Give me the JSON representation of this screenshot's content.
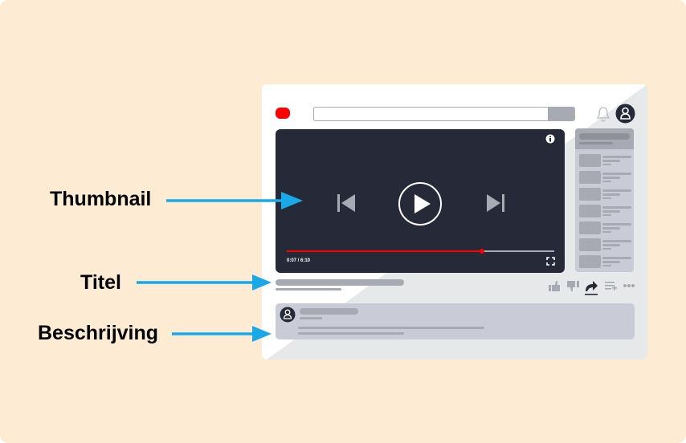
{
  "labels": {
    "thumbnail": "Thumbnail",
    "title": "Titel",
    "description": "Beschrijving"
  },
  "player": {
    "time": "0:07 / 6:10",
    "progress_fraction": 0.73
  },
  "colors": {
    "background": "#fdecd3",
    "arrow": "#1aa9e8",
    "player": "#262938",
    "logo": "#ff0000",
    "placeholder": "#a7aab3",
    "panel": "#c9ccd6"
  },
  "icons": [
    "logo-icon",
    "bell-icon",
    "avatar-icon",
    "info-icon",
    "previous-icon",
    "play-icon",
    "next-icon",
    "fullscreen-icon",
    "like-icon",
    "dislike-icon",
    "share-icon",
    "add-to-playlist-icon",
    "more-icon"
  ]
}
